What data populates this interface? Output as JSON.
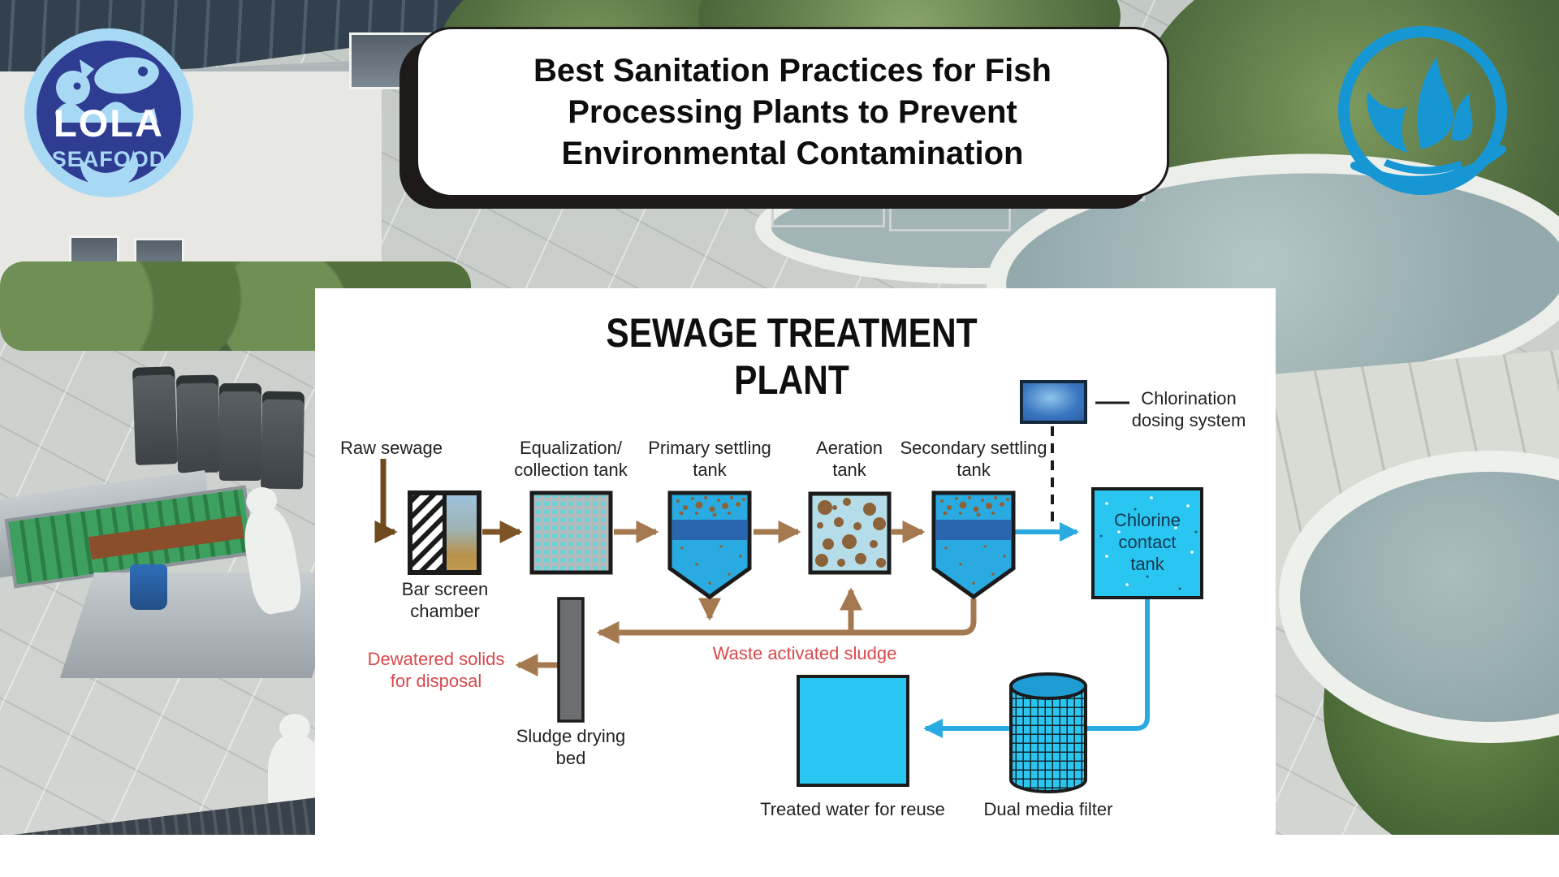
{
  "branding": {
    "lola_logo": {
      "line1": "LOLA",
      "line2": "SEAFOOD"
    },
    "right_logo_name": "ship-wave-logo"
  },
  "banner": {
    "title": "Best Sanitation Practices for Fish\nProcessing Plants to Prevent\nEnvironmental Contamination"
  },
  "diagram": {
    "title": "SEWAGE TREATMENT PLANT",
    "labels": {
      "raw_sewage": "Raw sewage",
      "bar_screen": "Bar screen\nchamber",
      "equalization": "Equalization/\ncollection tank",
      "primary": "Primary settling\ntank",
      "aeration": "Aeration\ntank",
      "secondary": "Secondary settling\ntank",
      "chlorination": "Chlorination\ndosing system",
      "chlorine_tank": "Chlorine\ncontact\ntank",
      "waste_sludge": "Waste activated sludge",
      "dewatered": "Dewatered solids\nfor disposal",
      "sludge_bed": "Sludge drying\nbed",
      "treated": "Treated water for reuse",
      "filter": "Dual media filter"
    },
    "colors": {
      "tank_blue": "#29ABE2",
      "band_blue": "#2A65B0",
      "cyan": "#29C6F2",
      "aeration_blue": "#B5DDE9",
      "teal_grid": "#6FD0D6",
      "sludge_brown_light": "#A5794F",
      "sludge_brown_dark": "#6F4A1E",
      "speck_brown": "#8C6239",
      "red_label": "#D9484C",
      "gray_bed": "#6D6E71",
      "logo_blue": "#1697D4",
      "lola_light_blue": "#A8D9F4",
      "lola_navy": "#2E3D92"
    }
  }
}
